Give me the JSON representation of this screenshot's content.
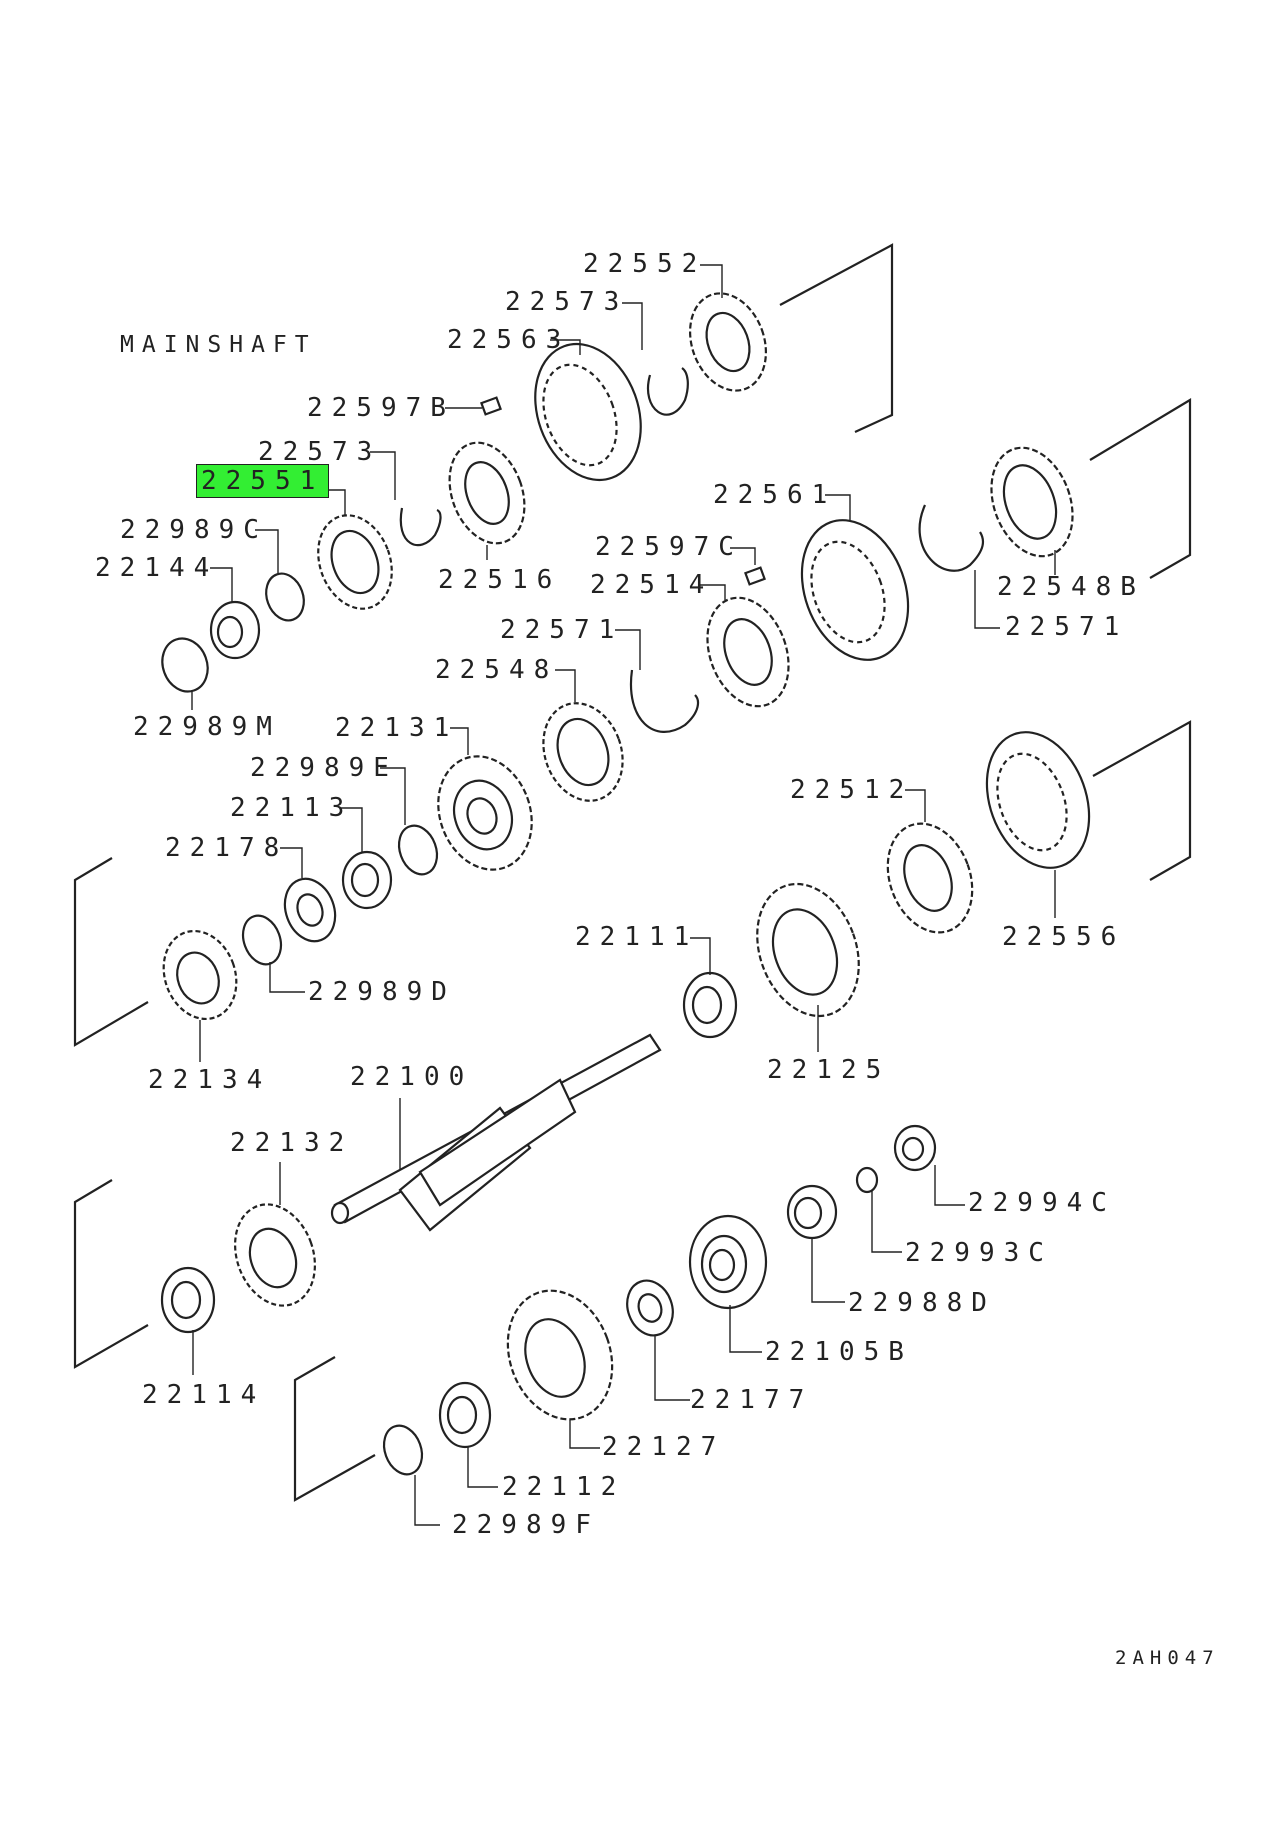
{
  "title": "MAINSHAFT",
  "drawing_code": "2AH047",
  "highlight_color": "#33ee33",
  "highlighted_part": "22551",
  "parts": {
    "p22552": "22552",
    "p22573a": "22573",
    "p22563": "22563",
    "p22597b": "22597B",
    "p22573b": "22573",
    "p22551": "22551",
    "p22516": "22516",
    "p22989c": "22989C",
    "p22144": "22144",
    "p22989m": "22989M",
    "p22561": "22561",
    "p22597c": "22597C",
    "p22514": "22514",
    "p22548b": "22548B",
    "p22571a": "22571",
    "p22571b": "22571",
    "p22548": "22548",
    "p22131": "22131",
    "p22989e": "22989E",
    "p22113": "22113",
    "p22178": "22178",
    "p22989d": "22989D",
    "p22134": "22134",
    "p22512": "22512",
    "p22556": "22556",
    "p22111": "22111",
    "p22125": "22125",
    "p22100": "22100",
    "p22132": "22132",
    "p22114": "22114",
    "p22994c": "22994C",
    "p22993c": "22993C",
    "p22988d": "22988D",
    "p22105b": "22105B",
    "p22177": "22177",
    "p22127": "22127",
    "p22112": "22112",
    "p22989f": "22989F"
  }
}
